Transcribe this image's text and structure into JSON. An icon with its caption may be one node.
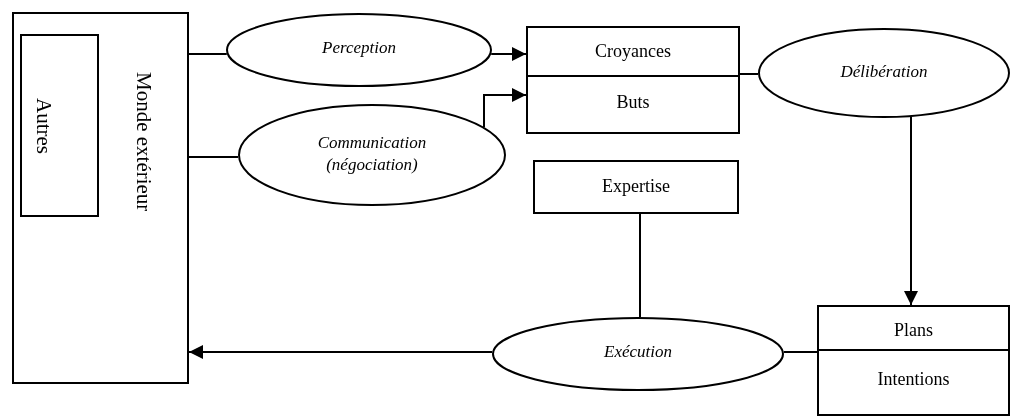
{
  "diagram": {
    "nodes": [
      {
        "text": [
          "Monde extérieur"
        ]
      },
      {
        "text": [
          "Autres"
        ],
        "in": 0
      },
      {
        "text": [
          "Perception"
        ]
      },
      {
        "text": [
          "Communication (négociation)"
        ]
      },
      {
        "text": [
          "Croyances",
          "Buts"
        ]
      },
      {
        "text": [
          "Délibération"
        ]
      },
      {
        "text": [
          "Expertise"
        ]
      },
      {
        "text": [
          "Exécution"
        ]
      },
      {
        "text": [
          "Plans",
          "Intentions"
        ]
      }
    ],
    "edges": [
      {
        "from": 0,
        "to": 2,
        "arrow": "none"
      },
      {
        "from": 0,
        "to": 3,
        "arrow": "none"
      },
      {
        "from": 2,
        "to": 4,
        "arrow": "to"
      },
      {
        "from": 3,
        "to": 4,
        "arrow": "to"
      },
      {
        "from": 4,
        "to": 5,
        "arrow": "none"
      },
      {
        "from": 5,
        "to": 8,
        "arrow": "to"
      },
      {
        "from": 6,
        "to": 7,
        "arrow": "none"
      },
      {
        "from": 7,
        "to": 8,
        "arrow": "none"
      },
      {
        "from": 7,
        "to": 0,
        "arrow": "to"
      }
    ]
  }
}
